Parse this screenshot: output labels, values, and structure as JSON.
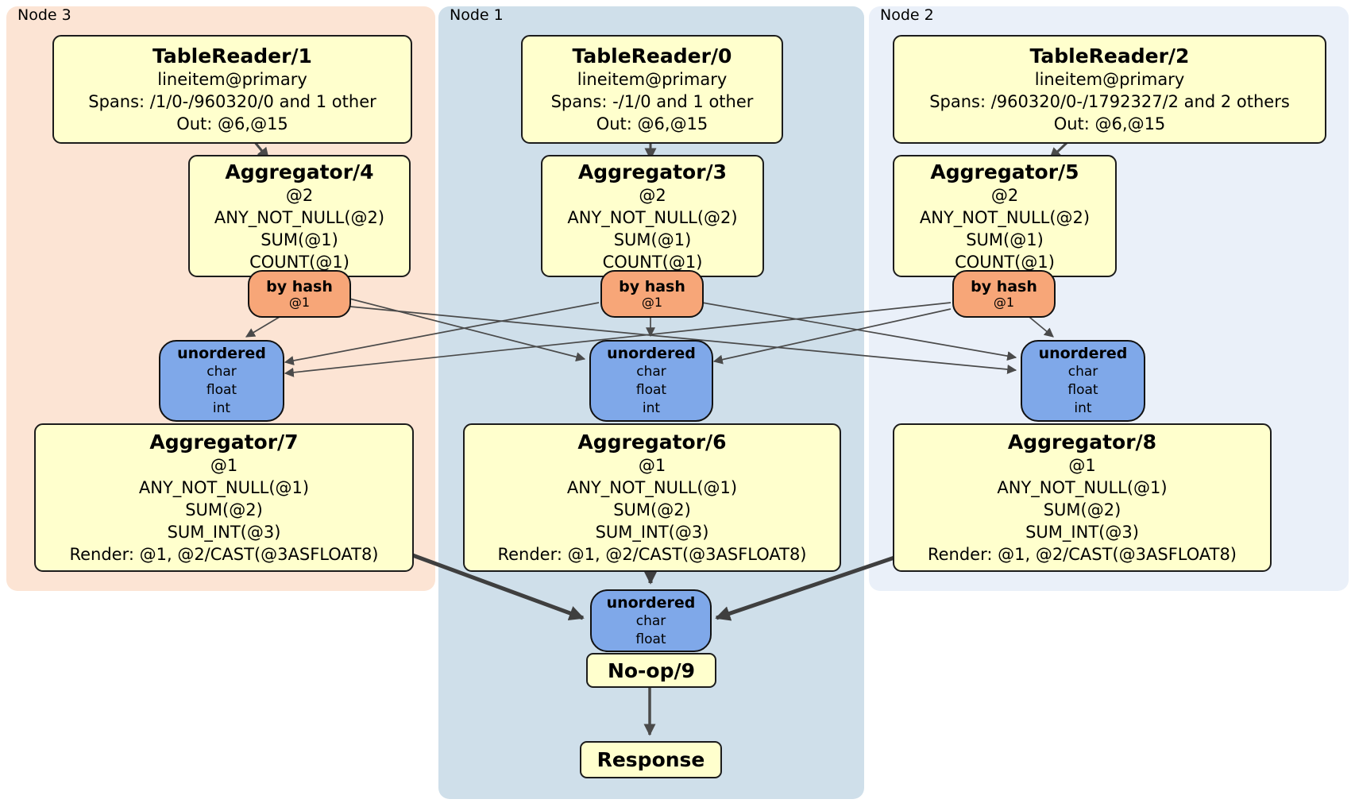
{
  "diagram": {
    "panels": {
      "node3": {
        "label": "Node 3"
      },
      "node1": {
        "label": "Node 1"
      },
      "node2": {
        "label": "Node 2"
      }
    },
    "processors": {
      "tr1": {
        "title": "TableReader/1",
        "lines": [
          "lineitem@primary",
          "Spans: /1/0-/960320/0 and 1 other",
          "Out: @6,@15"
        ]
      },
      "tr0": {
        "title": "TableReader/0",
        "lines": [
          "lineitem@primary",
          "Spans: -/1/0 and 1 other",
          "Out: @6,@15"
        ]
      },
      "tr2": {
        "title": "TableReader/2",
        "lines": [
          "lineitem@primary",
          "Spans: /960320/0-/1792327/2 and 2 others",
          "Out: @6,@15"
        ]
      },
      "agg4": {
        "title": "Aggregator/4",
        "lines": [
          "@2",
          "ANY_NOT_NULL(@2)",
          "SUM(@1)",
          "COUNT(@1)"
        ]
      },
      "agg3": {
        "title": "Aggregator/3",
        "lines": [
          "@2",
          "ANY_NOT_NULL(@2)",
          "SUM(@1)",
          "COUNT(@1)"
        ]
      },
      "agg5": {
        "title": "Aggregator/5",
        "lines": [
          "@2",
          "ANY_NOT_NULL(@2)",
          "SUM(@1)",
          "COUNT(@1)"
        ]
      },
      "hash3": {
        "title": "by hash",
        "key": "@1"
      },
      "hash1": {
        "title": "by hash",
        "key": "@1"
      },
      "hash2": {
        "title": "by hash",
        "key": "@1"
      },
      "sync3": {
        "title": "unordered",
        "columns": [
          "char",
          "float",
          "int"
        ]
      },
      "sync1": {
        "title": "unordered",
        "columns": [
          "char",
          "float",
          "int"
        ]
      },
      "sync2": {
        "title": "unordered",
        "columns": [
          "char",
          "float",
          "int"
        ]
      },
      "agg7": {
        "title": "Aggregator/7",
        "lines": [
          "@1",
          "ANY_NOT_NULL(@1)",
          "SUM(@2)",
          "SUM_INT(@3)",
          "Render: @1, @2/CAST(@3ASFLOAT8)"
        ]
      },
      "agg6": {
        "title": "Aggregator/6",
        "lines": [
          "@1",
          "ANY_NOT_NULL(@1)",
          "SUM(@2)",
          "SUM_INT(@3)",
          "Render: @1, @2/CAST(@3ASFLOAT8)"
        ]
      },
      "agg8": {
        "title": "Aggregator/8",
        "lines": [
          "@1",
          "ANY_NOT_NULL(@1)",
          "SUM(@2)",
          "SUM_INT(@3)",
          "Render: @1, @2/CAST(@3ASFLOAT8)"
        ]
      },
      "syncFinal": {
        "title": "unordered",
        "columns": [
          "char",
          "float"
        ]
      },
      "noop": {
        "title": "No-op/9"
      },
      "response": {
        "title": "Response"
      }
    },
    "edges": [
      {
        "from": "tr1",
        "to": "agg4",
        "style": "arrow"
      },
      {
        "from": "tr0",
        "to": "agg3",
        "style": "arrow"
      },
      {
        "from": "tr2",
        "to": "agg5",
        "style": "arrow"
      },
      {
        "from": "hash3",
        "to": "sync3",
        "style": "stream"
      },
      {
        "from": "hash3",
        "to": "sync1",
        "style": "stream"
      },
      {
        "from": "hash3",
        "to": "sync2",
        "style": "stream"
      },
      {
        "from": "hash1",
        "to": "sync3",
        "style": "stream"
      },
      {
        "from": "hash1",
        "to": "sync1",
        "style": "stream"
      },
      {
        "from": "hash1",
        "to": "sync2",
        "style": "stream"
      },
      {
        "from": "hash2",
        "to": "sync3",
        "style": "stream"
      },
      {
        "from": "hash2",
        "to": "sync1",
        "style": "stream"
      },
      {
        "from": "hash2",
        "to": "sync2",
        "style": "stream"
      },
      {
        "from": "agg7",
        "to": "syncFinal",
        "style": "thick-arrow"
      },
      {
        "from": "agg6",
        "to": "syncFinal",
        "style": "thick-arrow"
      },
      {
        "from": "agg8",
        "to": "syncFinal",
        "style": "thick-arrow"
      },
      {
        "from": "noop",
        "to": "response",
        "style": "arrow"
      }
    ],
    "colors": {
      "panel_node3_bg": "#fce4d4",
      "panel_node1_bg": "#cfdfea",
      "panel_node2_bg": "#eaf0f9",
      "processor_bg": "#ffffcd",
      "router_bg": "#f7a678",
      "sync_bg": "#7fa8e9",
      "edge": "#4a4a4a",
      "border": "#1c1c1c"
    }
  }
}
